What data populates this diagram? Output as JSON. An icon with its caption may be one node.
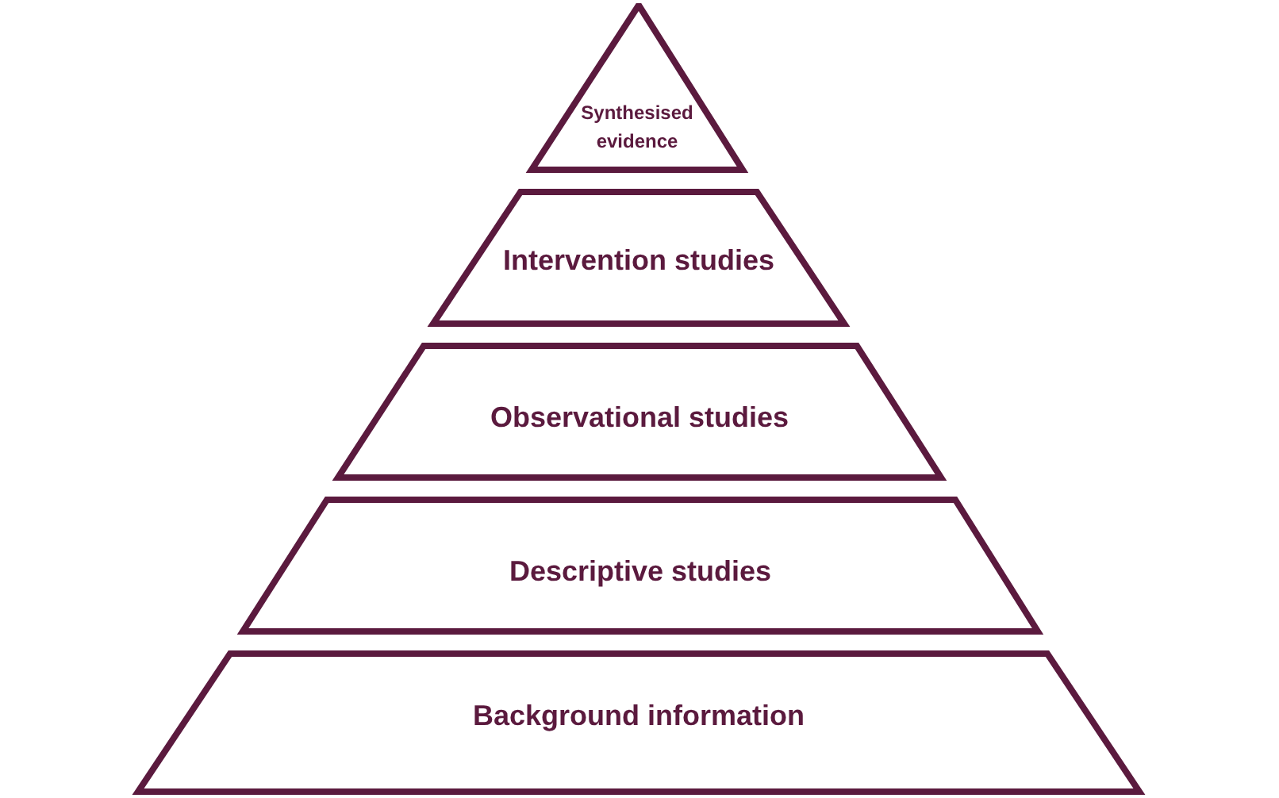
{
  "diagram": {
    "nodes": [
      {
        "text": [
          "Synthesised evidence"
        ]
      },
      {
        "text": [
          "Intervention studies"
        ]
      },
      {
        "text": [
          "Observational studies"
        ]
      },
      {
        "text": [
          "Descriptive studies"
        ]
      },
      {
        "text": [
          "Background information"
        ]
      }
    ]
  }
}
